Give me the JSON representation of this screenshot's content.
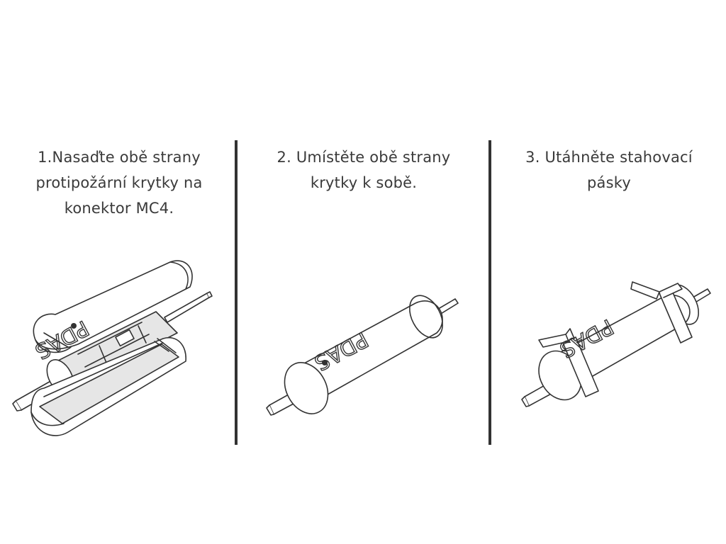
{
  "steps": [
    {
      "lines": [
        "1.Nasaďte obě strany",
        "protipožární krytky na",
        "konektor MC4."
      ]
    },
    {
      "lines": [
        "2. Umístěte obě strany",
        "krytky k sobě."
      ]
    },
    {
      "lines": [
        "3. Utáhněte stahovací",
        "pásky"
      ]
    }
  ],
  "product": {
    "logo_text": "PDAS"
  },
  "colors": {
    "line": "#333333",
    "divider": "#333333",
    "text": "#3a3a3a",
    "fill": "#ffffff",
    "body_shade": "#e6e6e6"
  }
}
